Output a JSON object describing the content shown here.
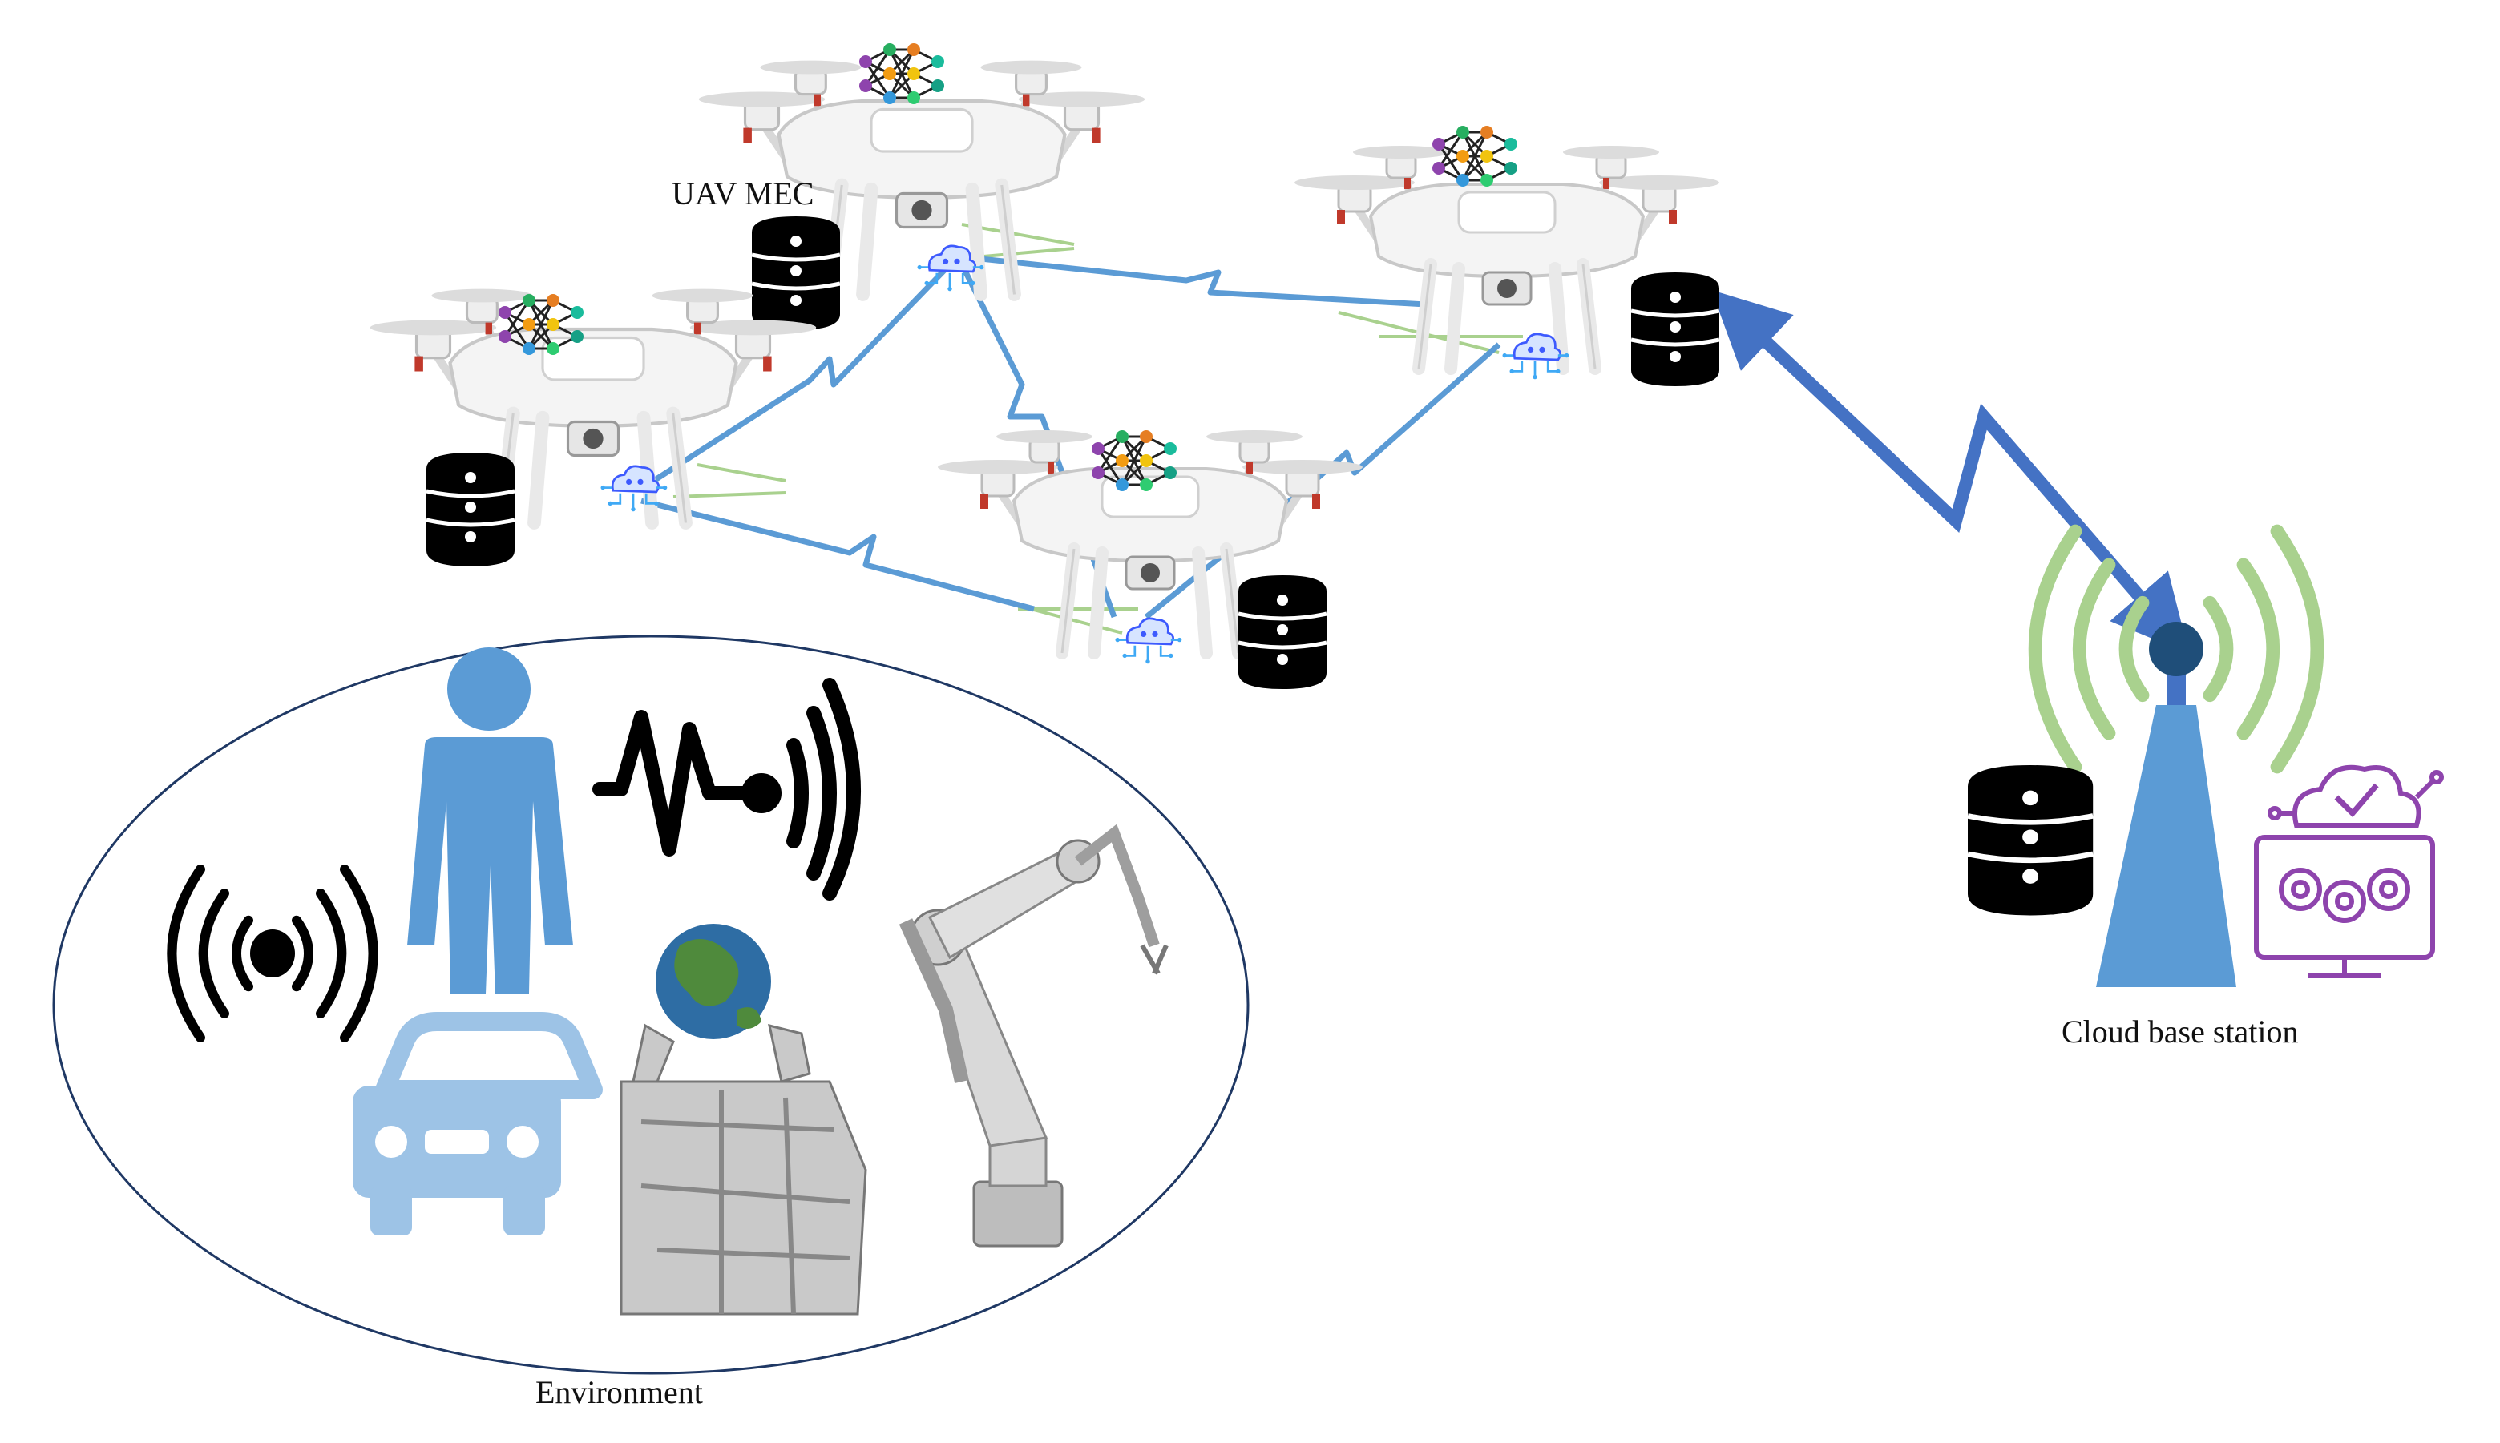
{
  "labels": {
    "uav_mec": "UAV MEC",
    "cloud_base_station": "Cloud base station",
    "environment": "Environment"
  },
  "colors": {
    "link_blue": "#5b9bd5",
    "backhaul_blue": "#4472c4",
    "signal_green": "#a9d18e",
    "person_blue": "#5b9bd5",
    "car_blue": "#9dc3e6",
    "database_black": "#000000",
    "cloud_purple": "#8e44ad",
    "ellipse_outline": "#1f3864"
  },
  "icons": {
    "uav": "quadcopter-drone-icon",
    "neural_network": "neural-network-icon",
    "database": "database-icon",
    "ai_cloud": "ai-cloud-chip-icon",
    "tower": "antenna-tower-icon",
    "cloud_gears": "cloud-gears-monitor-icon",
    "person": "person-icon",
    "heartbeat": "heartbeat-signal-icon",
    "broadcast": "broadcast-signal-icon",
    "car": "car-icon",
    "robot_globe": "robot-hands-globe-icon",
    "robot_arm": "industrial-robot-arm-icon"
  }
}
